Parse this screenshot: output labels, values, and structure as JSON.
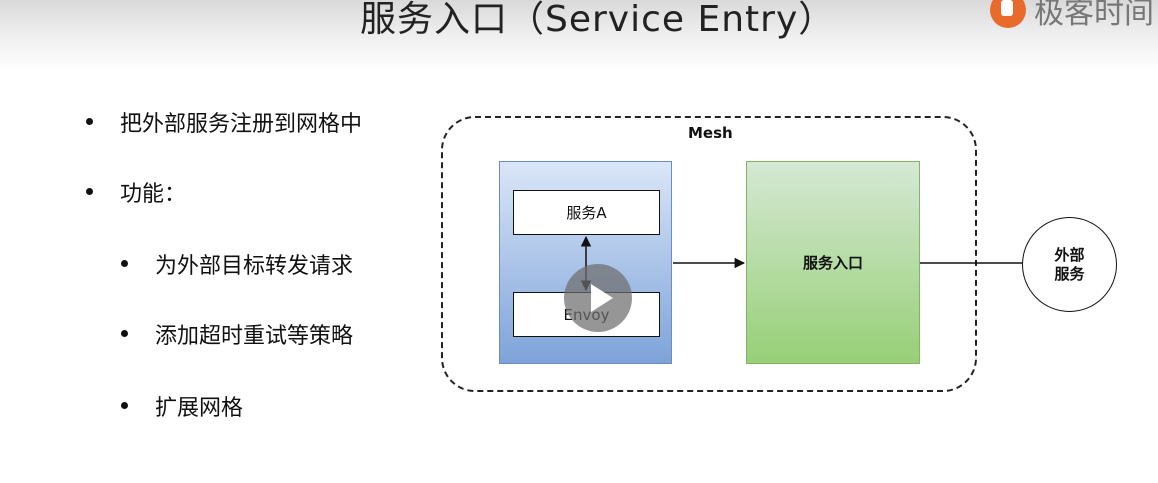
{
  "title": "服务入口（Service Entry）",
  "logo": {
    "text": "极客时间",
    "icon": "geektime-logo-icon"
  },
  "bullets": [
    "把外部服务注册到网格中",
    "功能：",
    "为外部目标转发请求",
    "添加超时重试等策略",
    "扩展网格"
  ],
  "diagram": {
    "mesh_label": "Mesh",
    "service_a": "服务A",
    "envoy": "Envoy",
    "service_entry": "服务入口",
    "external_service": "外部\n服务"
  },
  "player": {
    "icon": "play-icon"
  },
  "colors": {
    "pod_fill": "#7ea3d9",
    "entry_fill": "#97d077",
    "logo_accent": "#e96b2c"
  }
}
